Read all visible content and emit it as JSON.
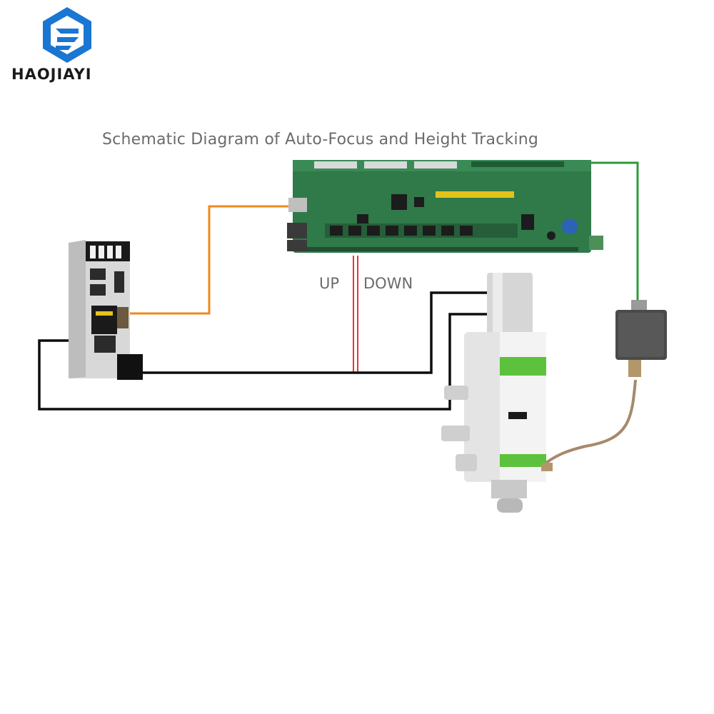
{
  "brand": {
    "name": "HAOJIAYI",
    "primary_color": "#1976d2"
  },
  "diagram": {
    "title": "Schematic Diagram of Auto-Focus and Height Tracking",
    "up_label": "UP",
    "down_label": "DOWN",
    "components": [
      "control-board",
      "servo-driver",
      "amplifier",
      "laser-cutting-head"
    ],
    "wire_colors": {
      "orange": "#f08a1c",
      "green": "#2e9a3a",
      "red": "#e53935",
      "black": "#0d0d0d",
      "coax": "#a58a6a"
    },
    "pcb_color": "#2f7a48",
    "head_accent_color": "#5cc23d"
  }
}
